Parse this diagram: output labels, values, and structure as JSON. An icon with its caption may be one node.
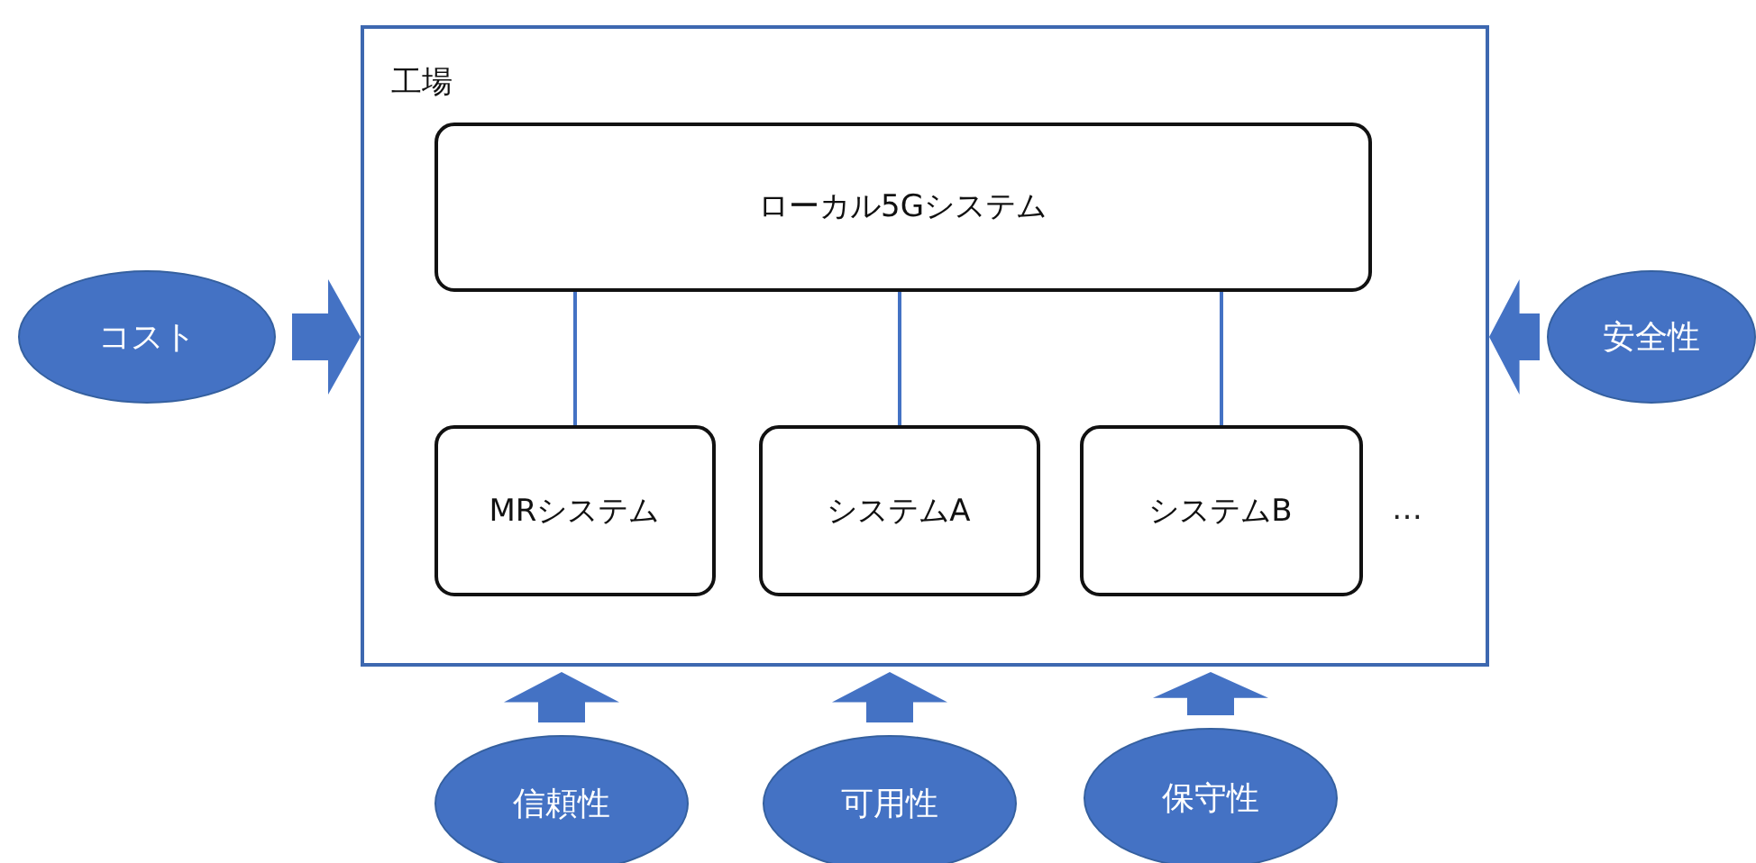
{
  "diagram": {
    "nodes": [
      {
        "text": [
          "工場"
        ]
      },
      {
        "text": [
          "ローカル5Gシステム"
        ],
        "in": 0
      },
      {
        "text": [
          "MRシステム"
        ],
        "in": 0
      },
      {
        "text": [
          "システムA"
        ],
        "in": 0
      },
      {
        "text": [
          "システムB"
        ],
        "in": 0
      },
      {
        "text": [
          "コスト"
        ]
      },
      {
        "text": [
          "安全性"
        ]
      },
      {
        "text": [
          "信頼性"
        ]
      },
      {
        "text": [
          "可用性"
        ]
      },
      {
        "text": [
          "保守性"
        ]
      }
    ],
    "edges": [
      {
        "from": 1,
        "to": 2,
        "arrow": "none"
      },
      {
        "from": 1,
        "to": 3,
        "arrow": "none"
      },
      {
        "from": 1,
        "to": 4,
        "arrow": "none"
      },
      {
        "from": 5,
        "to": 0,
        "arrow": "to",
        "style": "thick"
      },
      {
        "from": 6,
        "to": 0,
        "arrow": "to",
        "style": "thick"
      },
      {
        "from": 7,
        "to": 0,
        "arrow": "to",
        "style": "thick"
      },
      {
        "from": 8,
        "to": 0,
        "arrow": "to",
        "style": "thick"
      },
      {
        "from": 9,
        "to": 0,
        "arrow": "to",
        "style": "thick"
      }
    ],
    "labels": [
      "…"
    ]
  }
}
